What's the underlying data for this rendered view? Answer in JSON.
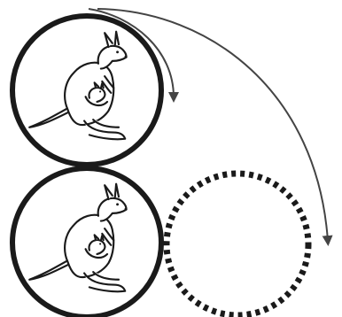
{
  "diagram": {
    "colors": {
      "background": "#ffffff",
      "stroke": "#1a1a1a",
      "arrow": "#444444"
    },
    "figures": [
      {
        "icon": "kangaroo-with-joey-icon",
        "frame": "solid-circle"
      },
      {
        "icon": "kangaroo-with-joey-icon",
        "frame": "solid-circle"
      }
    ],
    "empty_slot": {
      "frame": "dashed-circle"
    },
    "arrows": [
      {
        "kind": "curved-down",
        "icon": "arrow-icon"
      },
      {
        "kind": "curved-down",
        "icon": "arrow-icon"
      }
    ]
  }
}
